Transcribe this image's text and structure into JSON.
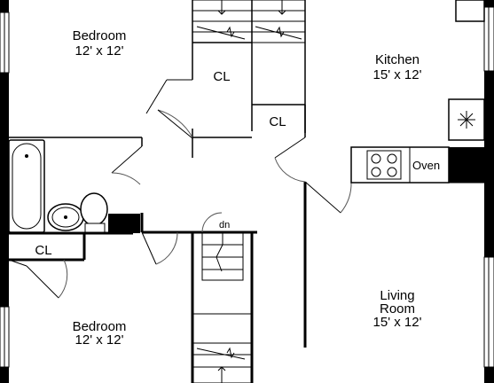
{
  "rooms": {
    "bedroom_top": {
      "name": "Bedroom",
      "size": "12' x 12'"
    },
    "bedroom_bottom": {
      "name": "Bedroom",
      "size": "12' x 12'"
    },
    "kitchen": {
      "name": "Kitchen",
      "size": "15' x 12'"
    },
    "living_room": {
      "name": "Living",
      "name2": "Room",
      "size": "15' x 12'"
    }
  },
  "closets": {
    "cl1": "CL",
    "cl2": "CL",
    "cl3": "CL"
  },
  "appliances": {
    "oven": "Oven",
    "freezer_icon": "snowflake-icon"
  },
  "stairs": {
    "down_label": "dn"
  }
}
